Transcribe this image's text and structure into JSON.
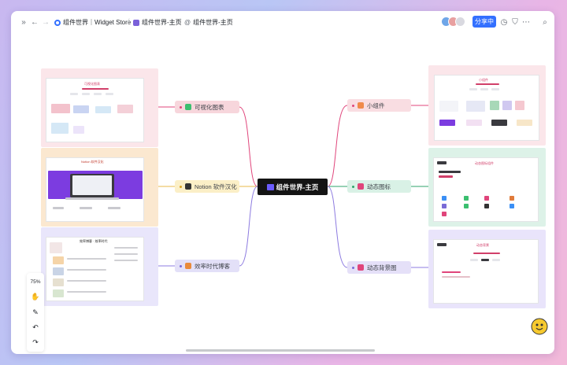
{
  "topbar": {
    "breadcrumb": [
      {
        "label": "组件世界｜Widget Store",
        "icon": "widget-store-logo-icon"
      },
      {
        "label": "组件世界-主页",
        "icon": "page-lock-icon"
      },
      {
        "label": "组件世界-主页",
        "icon": "at-icon"
      }
    ],
    "share_label": "分享中"
  },
  "mindmap": {
    "center": "组件世界-主页",
    "left_nodes": [
      {
        "label": "可视化图表",
        "color": "#f7d6dc",
        "dot": "#e0457b"
      },
      {
        "label": "Notion 软件汉化",
        "color": "#fbefc7",
        "dot": "#d9a320"
      },
      {
        "label": "效率时代博客",
        "color": "#e3e0f8",
        "dot": "#7a6bd6"
      }
    ],
    "right_nodes": [
      {
        "label": "小组件",
        "color": "#f9dde2",
        "dot": "#e0457b"
      },
      {
        "label": "动态图标",
        "color": "#d9f1e6",
        "dot": "#2fa36b"
      },
      {
        "label": "动态背景图",
        "color": "#e5e0f8",
        "dot": "#7a6bd6"
      }
    ],
    "thumbnails": {
      "viz_title": "可视化图表",
      "notion_title": "Notion 软件汉化",
      "blog_title": "效率博客 · 效率时代",
      "widget_title": "小组件",
      "icon_title": "动态图标组件",
      "bg_title": "动态背景"
    }
  },
  "zoom": {
    "level": "75%"
  },
  "colors": {
    "accent": "#3370ff",
    "center_bg": "#141414",
    "line_pink": "#e0457b",
    "line_green": "#2fa36b",
    "line_purple": "#8d7be0"
  }
}
